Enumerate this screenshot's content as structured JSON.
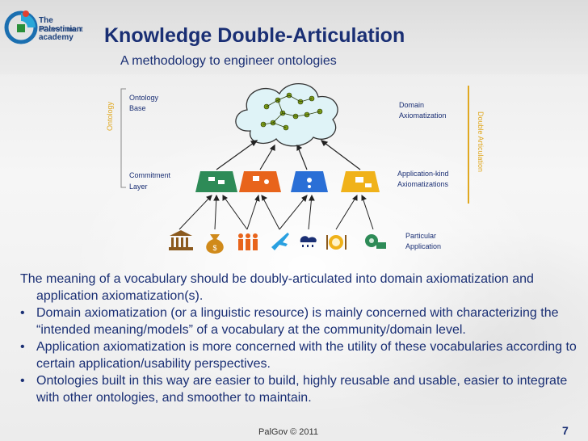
{
  "logo": {
    "line1": "The Palestinian",
    "line2": "eGovernment",
    "line3": "academy"
  },
  "header": {
    "title": "Knowledge Double-Articulation",
    "subtitle": "A methodology to engineer ontologies"
  },
  "diagram": {
    "left_vertical": "Ontology",
    "right_vertical": "Double Articulation",
    "ontology_base": [
      "Ontology",
      "Base"
    ],
    "commitment_layer": [
      "Commitment",
      "Layer"
    ],
    "domain_axiomatization": [
      "Domain",
      "Axiomatization"
    ],
    "application_axiomatizations": [
      "Application-kind",
      "Axiomatizations"
    ],
    "particular_application": [
      "Particular",
      "Application"
    ],
    "icons": [
      "bank-icon",
      "money-bag-icon",
      "people-icon",
      "airplane-icon",
      "weather-icon",
      "dining-icon",
      "machinery-icon"
    ],
    "colors": {
      "cloud": "#dff3f7",
      "trap_green": "#2e8b57",
      "trap_orange": "#e8641b",
      "trap_blue": "#2a6fd6",
      "trap_yellow": "#f0b21a",
      "icon_brown": "#8b5a1e",
      "bracket": "#e0a820"
    }
  },
  "body": {
    "intro": "The meaning of a vocabulary should be doubly-articulated into domain axiomatization and application axiomatization(s).",
    "bullets": [
      "Domain axiomatization (or a linguistic resource) is mainly concerned with characterizing the “intended meaning/models” of a vocabulary at the community/domain level.",
      "Application axiomatization is more concerned with the utility of these vocabularies according to certain application/usability perspectives.",
      "Ontologies built in this way are easier to build, highly reusable and usable, easier to integrate with other ontologies, and smoother to maintain."
    ]
  },
  "footer": {
    "text": "PalGov © 2011",
    "page": "7"
  }
}
